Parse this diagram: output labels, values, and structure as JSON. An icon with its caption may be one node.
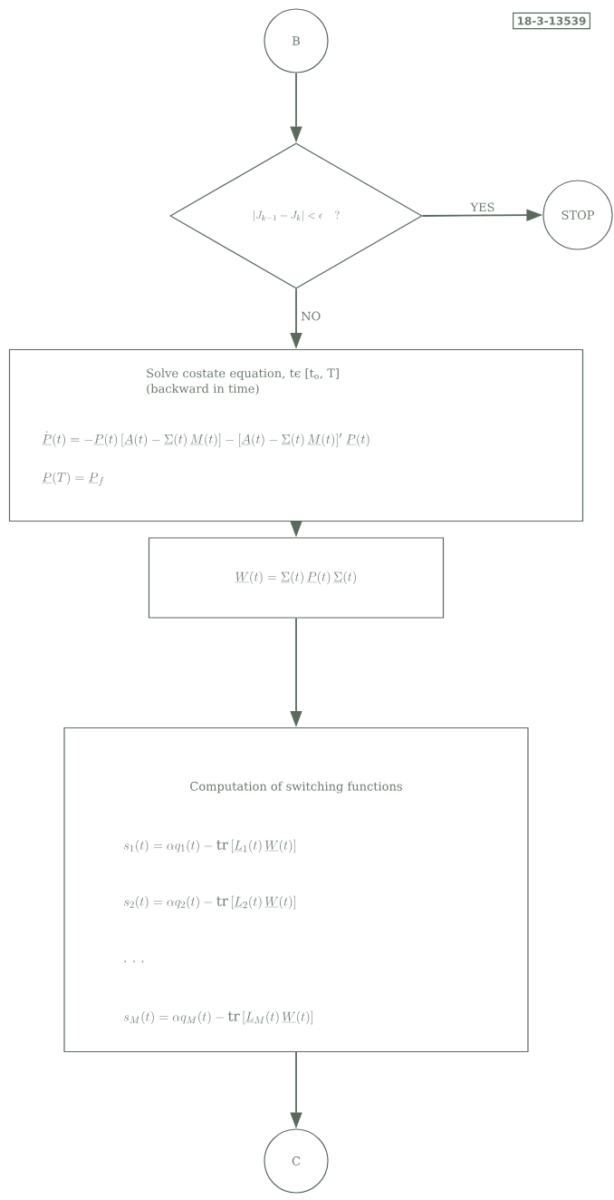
{
  "diagram": {
    "nodes": [
      {
        "text": [
          "B"
        ]
      },
      {
        "text": [
          "|J_{k-1} - J_{k}| < \\epsilon \\quad ?"
        ]
      },
      {
        "text": [
          "STOP"
        ]
      },
      {
        "text": [
          "Solve costate equation, tϵ [t$_{o}$, T] (backward in time)",
          "\\dot{\\underline{P}}(t) = -\\underline{P}(t)\\,[\\underline{A}(t) - \\underline{\\Sigma}(t)\\,\\underline{M}(t)] - [\\underline{A}(t) - \\underline{\\Sigma}(t)\\,\\underline{M}(t)]'\\;\\underline{P}(t)",
          "\\underline{P}(T) = \\underline{P}_{f}"
        ]
      },
      {
        "text": [
          "\\underline{W}(t) = \\underline{\\Sigma}(t)\\,\\underline{P}(t)\\,\\underline{\\Sigma}(t)"
        ]
      },
      {
        "text": [
          "Computation of switching functions",
          "s_{1}(t) = \\alpha q_{1}(t) - \\mathrm{tr}\\,[\\underline{L}_{1}(t)\\,\\underline{W}(t)]",
          "s_{2}(t) = \\alpha q_{2}(t) - \\mathrm{tr}\\,[\\underline{L}_{2}(t)\\,\\underline{W}(t)]",
          ". . .",
          "s_{M}(t) = \\alpha q_{M}(t) - \\mathrm{tr}\\,[\\underline{L}_{M}(t)\\,\\underline{W}(t)]"
        ]
      },
      {
        "text": [
          "C"
        ]
      }
    ],
    "edges": [
      {
        "from": 0,
        "to": 1,
        "arrow": "to"
      },
      {
        "from": 1,
        "to": 2,
        "arrow": "to",
        "label": "YES"
      },
      {
        "from": 1,
        "to": 3,
        "arrow": "to",
        "label": "NO"
      },
      {
        "from": 3,
        "to": 4,
        "arrow": "to"
      },
      {
        "from": 4,
        "to": 5,
        "arrow": "to"
      },
      {
        "from": 5,
        "to": 6,
        "arrow": "to"
      }
    ],
    "labels": [
      "18-3-13539"
    ]
  }
}
